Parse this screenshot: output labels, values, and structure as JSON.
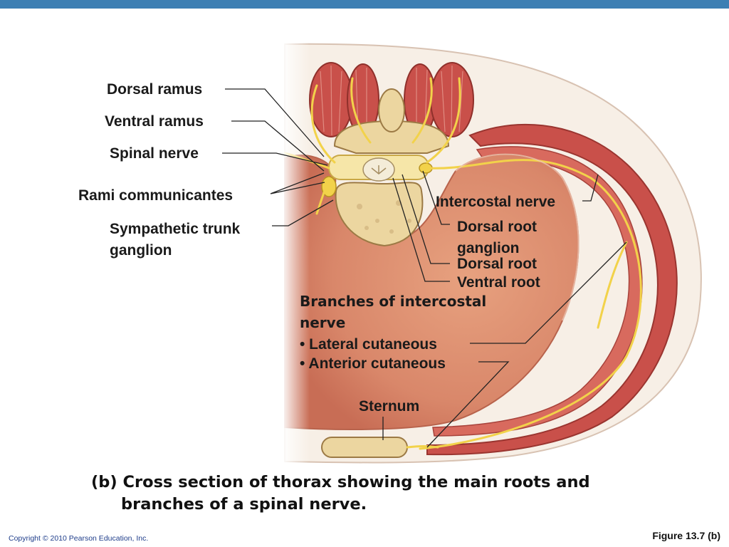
{
  "labels": {
    "dorsal_ramus": "Dorsal ramus",
    "ventral_ramus": "Ventral ramus",
    "spinal_nerve": "Spinal nerve",
    "rami_communicantes": "Rami communicantes",
    "sympathetic_trunk_ganglion_1": "Sympathetic trunk",
    "sympathetic_trunk_ganglion_2": "ganglion",
    "intercostal_nerve": "Intercostal nerve",
    "dorsal_root_ganglion_1": "Dorsal root",
    "dorsal_root_ganglion_2": "ganglion",
    "dorsal_root": "Dorsal root",
    "ventral_root": "Ventral root",
    "branches_heading_1": "Branches of intercostal",
    "branches_heading_2": "nerve",
    "lateral_cutaneous": "• Lateral cutaneous",
    "anterior_cutaneous": "• Anterior cutaneous",
    "sternum": "Sternum"
  },
  "caption": {
    "line1": "(b) Cross section of thorax showing the main roots and",
    "line2": "branches of a spinal nerve."
  },
  "footer": {
    "copyright": "Copyright © 2010 Pearson Education, Inc.",
    "figure": "Figure 13.7 (b)"
  },
  "colors": {
    "header_bar": "#3d7fb3",
    "thoracic_cavity": "#d9876a",
    "muscle": "#c9504a",
    "nerve": "#f2d24a",
    "bone": "#ecd6a0",
    "copyright_text": "#1f3d8a"
  }
}
